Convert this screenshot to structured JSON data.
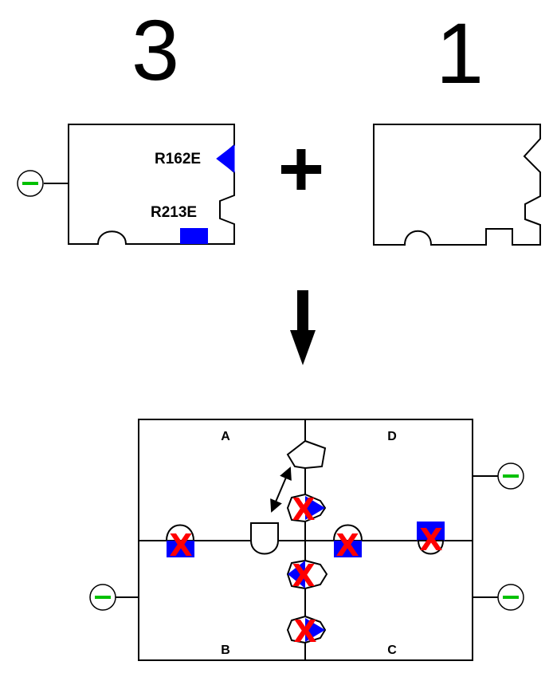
{
  "top_left_number": "3",
  "top_right_number": "1",
  "plus_sign": "+",
  "labels": {
    "r162e": "R162E",
    "r213e": "R213E"
  },
  "quadrants": {
    "a": "A",
    "b": "B",
    "c": "C",
    "d": "D"
  },
  "x_mark": "X",
  "colors": {
    "mutation_blue": "#0000ff",
    "charge_green": "#00c000",
    "x_red": "#ff0000",
    "outline": "#000000"
  }
}
